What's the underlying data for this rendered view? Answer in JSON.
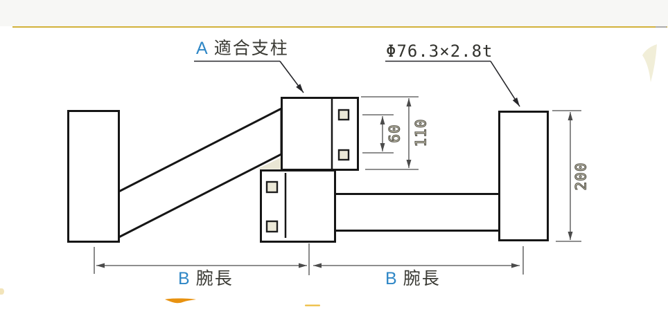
{
  "title": "bracket-arm-dimension-drawing",
  "labels": {
    "post_label": {
      "prefix": "A",
      "text": "適合支柱"
    },
    "pipe_spec": "Φ76.3×2.8t",
    "arm_length_left": {
      "prefix": "B",
      "text": "腕長"
    },
    "arm_length_right": {
      "prefix": "B",
      "text": "腕長"
    }
  },
  "dimensions": {
    "hole_pitch": "60",
    "bracket_height": "110",
    "post_band_height": "200"
  },
  "colors": {
    "accent_blue": "#2f87c6",
    "outline_black": "#161616",
    "dimension_gray": "#4b4b4b",
    "beige_fill": "#e9e6d4",
    "rule_gold": "#d2b13a",
    "mark_orange": "#e89210",
    "number_fill": "#ece9d2"
  }
}
